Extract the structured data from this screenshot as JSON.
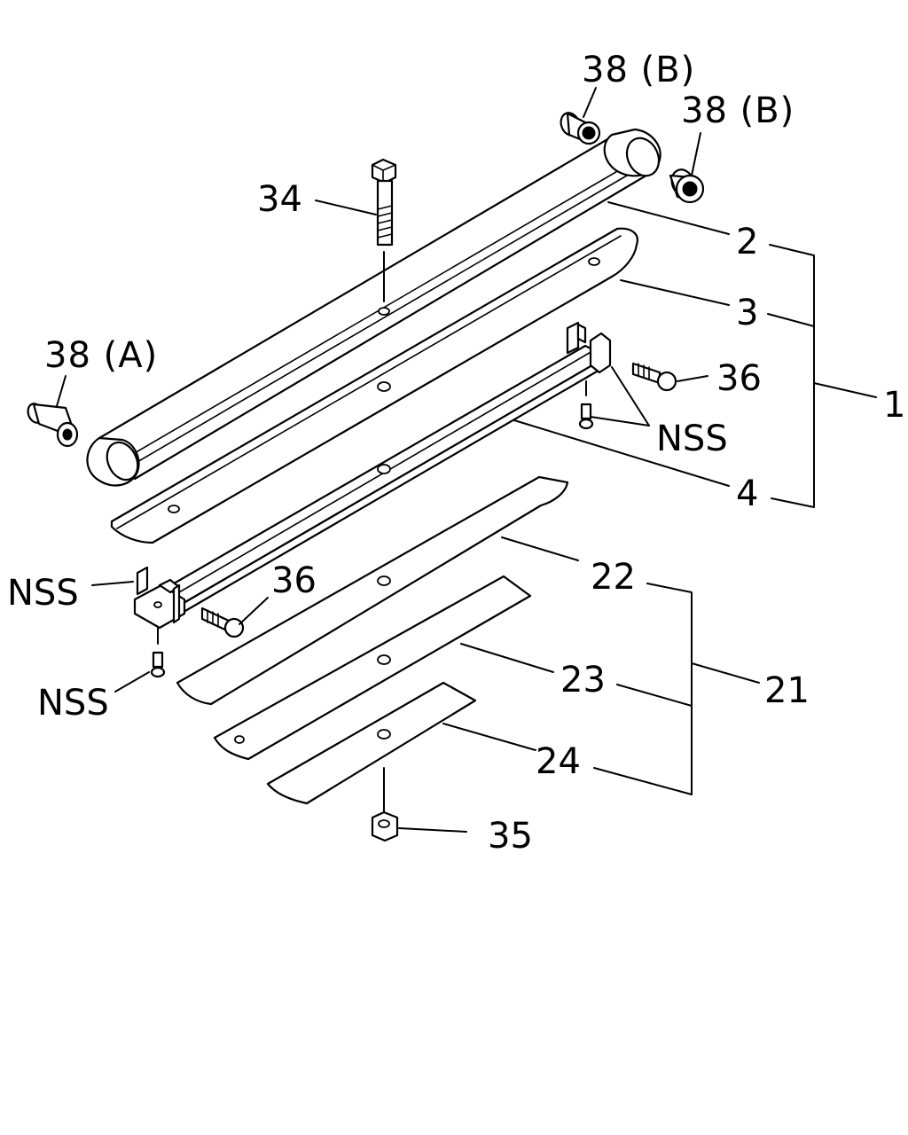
{
  "labels": {
    "l38b_top": "38 (B)",
    "l38b_right": "38 (B)",
    "l34": "34",
    "l2": "2",
    "l3": "3",
    "l38a": "38 (A)",
    "l36_right": "36",
    "l1": "1",
    "l_nss_right": "NSS",
    "l4": "4",
    "l_nss_left": "NSS",
    "l36_left": "36",
    "l22": "22",
    "l23": "23",
    "l21": "21",
    "l_nss_bottom": "NSS",
    "l24": "24",
    "l35": "35"
  },
  "colors": {
    "line": "#000000",
    "background": "#ffffff"
  }
}
